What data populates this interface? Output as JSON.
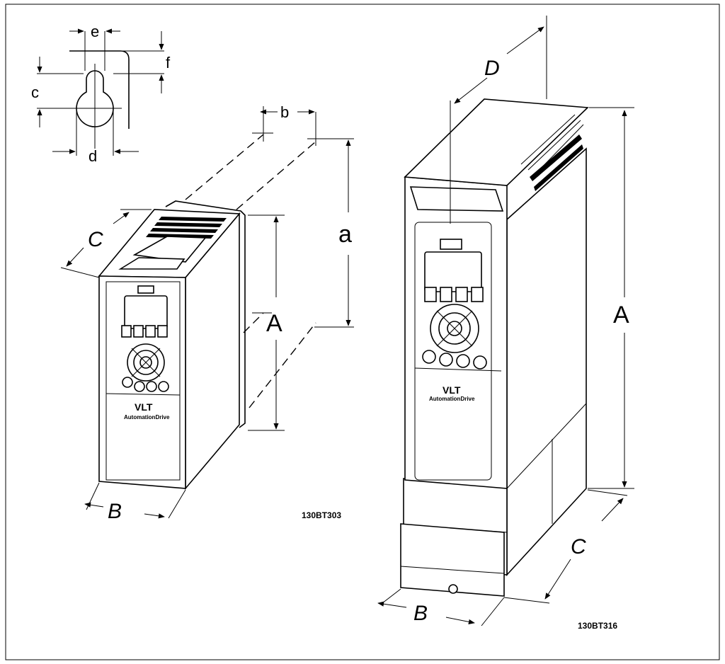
{
  "keyhole_labels": {
    "e": "e",
    "f": "f",
    "c": "c",
    "d": "d"
  },
  "small_unit": {
    "dim_height": "A",
    "dim_width": "B",
    "dim_depth": "C",
    "dim_hole_spacing_a": "a",
    "dim_hole_spacing_b": "b",
    "brand": "VLT",
    "product": "AutomationDrive",
    "drawing_code": "130BT303"
  },
  "large_unit": {
    "dim_height": "A",
    "dim_width": "B",
    "dim_depth": "C",
    "dim_top": "D",
    "brand": "VLT",
    "product": "AutomationDrive",
    "drawing_code": "130BT316"
  }
}
